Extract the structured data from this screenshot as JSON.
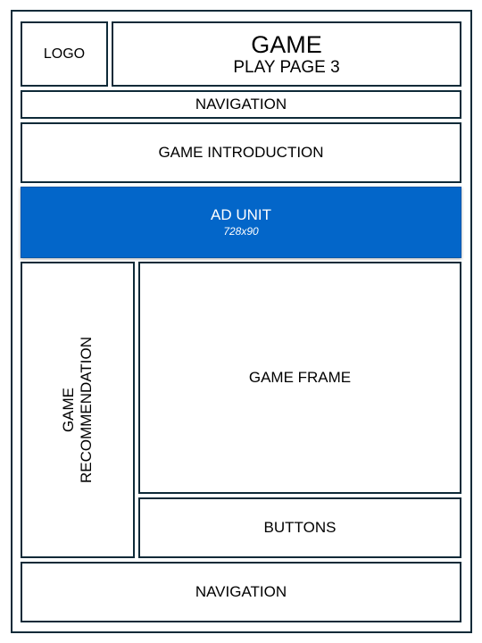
{
  "logo": {
    "label": "LOGO"
  },
  "header": {
    "title": "GAME",
    "subtitle": "PLAY PAGE 3"
  },
  "navigation_top": {
    "label": "NAVIGATION"
  },
  "game_introduction": {
    "label": "GAME INTRODUCTION"
  },
  "ad_unit": {
    "label": "AD UNIT",
    "size": "728x90",
    "color": "#0366c9"
  },
  "game_recommendation": {
    "line1": "GAME",
    "line2": "RECOMMENDATION"
  },
  "game_frame": {
    "label": "GAME FRAME"
  },
  "buttons": {
    "label": "BUTTONS"
  },
  "navigation_bottom": {
    "label": "NAVIGATION"
  },
  "colors": {
    "border": "#0e2a38",
    "ad_background": "#0366c9",
    "ad_text": "#ffffff"
  }
}
